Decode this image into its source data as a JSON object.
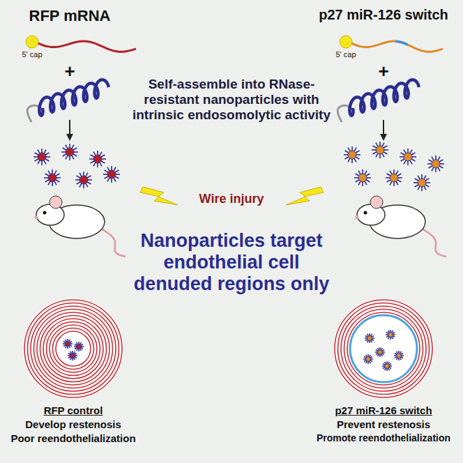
{
  "diagram": {
    "labels": [
      "RFP mRNA",
      "p27 miR-126 switch",
      "5' cap",
      "5' cap",
      "+",
      "+",
      "Self-assemble into RNase-resistant nanoparticles with intrinsic endosomolytic activity",
      "Wire injury",
      "Nanoparticles target endothelial cell denuded regions only",
      "RFP control",
      "Develop restenosis",
      "Poor reendothelialization",
      "p27 miR-126 switch",
      "Prevent restenosis",
      "Promote reendothelialization"
    ]
  }
}
